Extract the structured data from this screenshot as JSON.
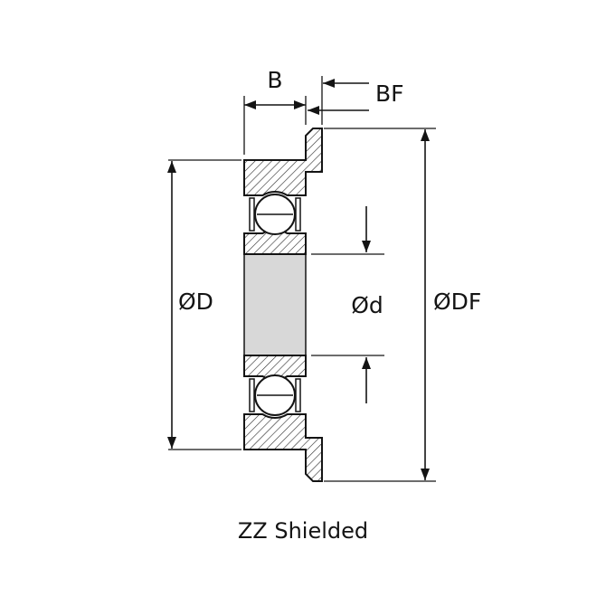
{
  "diagram": {
    "caption": "ZZ Shielded",
    "labels": {
      "width": "B",
      "flange_width": "BF",
      "outer_diameter": "ØD",
      "bore_diameter": "Ød",
      "flange_diameter": "ØDF"
    },
    "colors": {
      "line": "#141414",
      "bore_fill": "#d8d8d8",
      "background": "#ffffff"
    }
  }
}
